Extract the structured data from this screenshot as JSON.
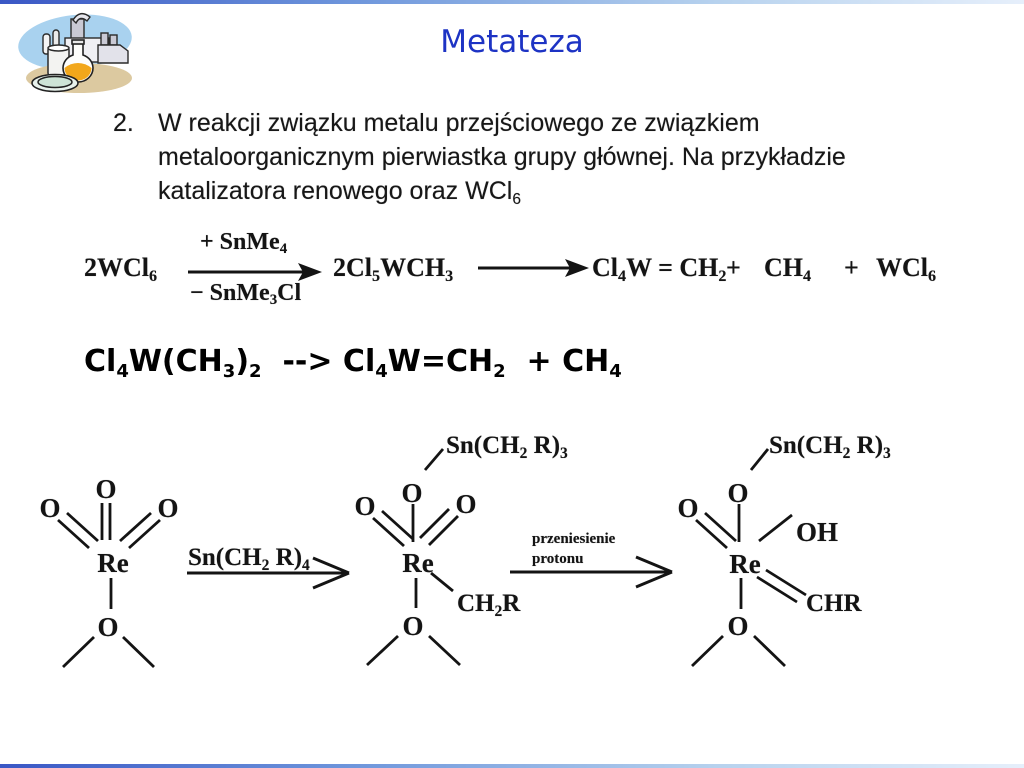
{
  "slide": {
    "title": "Metateza",
    "title_color": "#1d33c4",
    "border_colors": [
      "#3a57c5",
      "#6f97dc",
      "#b7d2ee",
      "#e6effb"
    ]
  },
  "clipart": {
    "description": "chemistry-lab-clipart",
    "sky_color": "#a9d2ef",
    "ground_color": "#dcc9a0",
    "liquid_color": "#f2a71b",
    "dish_color": "#d9ecе2"
  },
  "paragraph": {
    "number": "2.",
    "line1": "W reakcji związku metalu przejściowego ze związkiem",
    "line2": "metaloorganicznym pierwiastka grupy głównej. Na przykładzie",
    "line3": [
      {
        "t": "katalizatora renowego oraz WCl"
      },
      {
        "s": "6"
      }
    ]
  },
  "scheme": {
    "reactant": [
      {
        "t": "2WCl"
      },
      {
        "s": "6"
      }
    ],
    "above_arrow": [
      {
        "t": "+ SnMe"
      },
      {
        "s": "4"
      }
    ],
    "below_arrow": [
      {
        "t": "− SnMe"
      },
      {
        "s": "3"
      },
      {
        "t": "Cl"
      }
    ],
    "intermediate": [
      {
        "t": "2Cl"
      },
      {
        "s": "5"
      },
      {
        "t": "WCH"
      },
      {
        "s": "3"
      }
    ],
    "product1": [
      {
        "t": "Cl"
      },
      {
        "s": "4"
      },
      {
        "t": "W = CH"
      },
      {
        "s": "2"
      }
    ],
    "plus1": "+",
    "product2": [
      {
        "t": "CH"
      },
      {
        "s": "4"
      }
    ],
    "plus2": "+",
    "product3": [
      {
        "t": "WCl"
      },
      {
        "s": "6"
      }
    ]
  },
  "equation": [
    {
      "t": "Cl"
    },
    {
      "s": "4"
    },
    {
      "t": "W(CH"
    },
    {
      "s": "3"
    },
    {
      "t": ")"
    },
    {
      "s": "2"
    },
    {
      "t": "  --> Cl"
    },
    {
      "s": "4"
    },
    {
      "t": "W=CH"
    },
    {
      "s": "2"
    },
    {
      "t": "  + CH"
    },
    {
      "s": "4"
    }
  ],
  "mechanism": {
    "struct1": {
      "o_top": "O",
      "o_left": "O",
      "o_right": "O",
      "re": "Re",
      "o_bottom": "O"
    },
    "arrow1_label": [
      {
        "t": "Sn(CH"
      },
      {
        "s": "2"
      },
      {
        "t": " R)"
      },
      {
        "s": "4"
      }
    ],
    "struct2": {
      "sn_label": [
        {
          "t": "Sn(CH"
        },
        {
          "s": "2"
        },
        {
          "t": " R)"
        },
        {
          "s": "3"
        }
      ],
      "o_top": "O",
      "o_left": "O",
      "o_right": "O",
      "re": "Re",
      "ch2r": [
        {
          "t": "CH"
        },
        {
          "s": "2"
        },
        {
          "t": "R"
        }
      ],
      "o_bottom": "O"
    },
    "arrow2_label_line1": "przeniesienie",
    "arrow2_label_line2": "protonu",
    "struct3": {
      "sn_label": [
        {
          "t": "Sn(CH"
        },
        {
          "s": "2"
        },
        {
          "t": " R)"
        },
        {
          "s": "3"
        }
      ],
      "o_top": "O",
      "o_left": "O",
      "oh": "OH",
      "re": "Re",
      "chr": "CHR",
      "o_bottom": "O"
    }
  }
}
